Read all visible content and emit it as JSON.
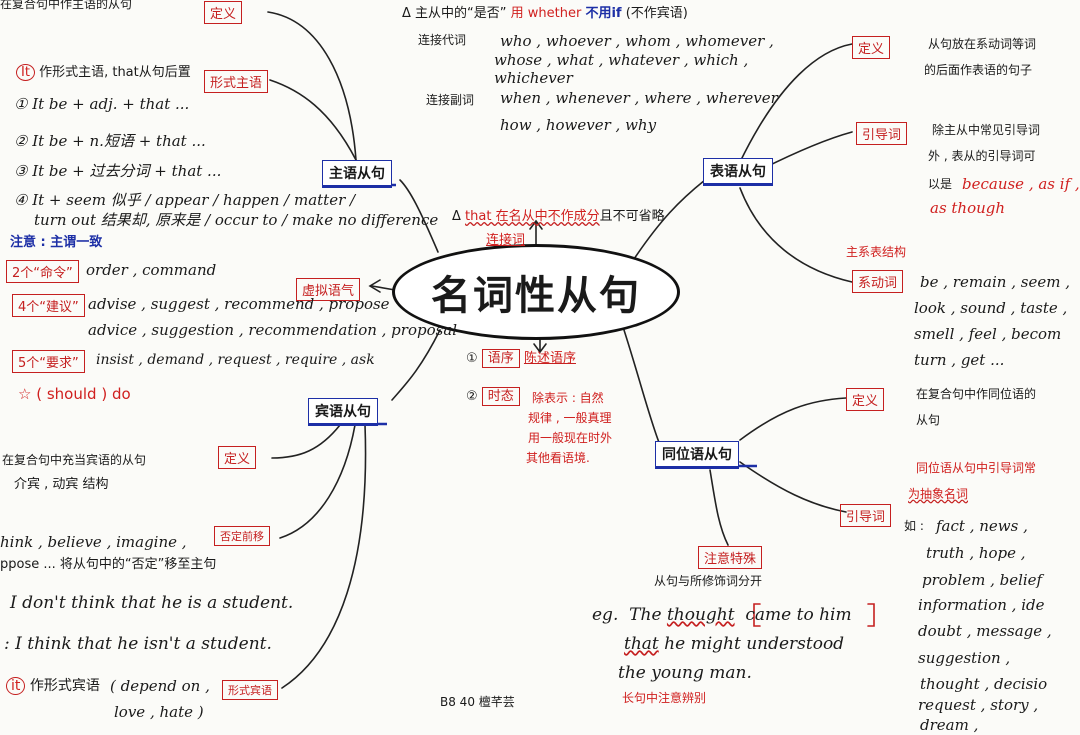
{
  "center": {
    "title": "名词性从句"
  },
  "top": {
    "header_prefix": "Δ 主从中的“是否”",
    "header_red": "用 whether",
    "header_blue": "不用if",
    "header_suffix": "(不作宾语)",
    "pronoun_label": "连接代词",
    "pronoun_list_1": "who , whoever , whom , whomever ,",
    "pronoun_list_2": "whose , what , whatever , which ,",
    "pronoun_list_3": "whichever",
    "adverb_label": "连接副词",
    "adverb_list_1": "when , whenever , where , wherever",
    "adverb_list_2": "how , however , why",
    "that_note_red": "that 在名从中不作成分",
    "that_note_black": "且不可省略",
    "that_note_prefix": "Δ",
    "conj_label": "连接词"
  },
  "subject_clause": {
    "title": "主语从句",
    "def_fragment": "在复合句中作主语的从句",
    "def_box": "定义",
    "it_circle": "It",
    "it_line": "作形式主语, that从句后置",
    "formal_box": "形式主语",
    "p1": "① It be + adj. + that ...",
    "p2": "② It be + n.短语 + that ...",
    "p3": "③ It be + 过去分词 + that ...",
    "p4": "④ It + seem 似乎 / appear / happen / matter /",
    "p4b": "turn out 结果却, 原来是 / occur to / make no difference",
    "note": "注意 : 主谓一致"
  },
  "subjunctive": {
    "box": "虚拟语气",
    "cmd_label": "2个“命令”",
    "cmd_words": "order , command",
    "sug_label": "4个“建议”",
    "sug_words_1": "advise , suggest , recommend , propose",
    "sug_words_2": "advice , suggestion , recommendation , proposal",
    "req_label": "5个“要求”",
    "req_words": "insist , demand , request , require , ask",
    "should_star": "☆",
    "should_text": "( should ) do"
  },
  "object_clause": {
    "title": "宾语从句",
    "def_box": "定义",
    "def_text_1": "在复合句中充当宾语的从句",
    "def_text_2": "介宾 , 动宾 结构",
    "neg_box": "否定前移",
    "neg_words": "hink , believe , imagine ,",
    "neg_words_2": "ppose ... 将从句中的“否定”移至主句",
    "ex1": "I  don't  think  that  he  is  a  student.",
    "ex2": ": I  think  that  he  isn't  a  student.",
    "formal_circle": "it",
    "formal_text": "作形式宾语",
    "formal_words_1": "( depend on ,",
    "formal_words_2": "love , hate )",
    "formal_box": "形式宾语"
  },
  "word_order": {
    "n1": "①",
    "n1_box": "语序",
    "n1_text": "陈述语序",
    "n2": "②",
    "n2_box": "时态",
    "n2_text_1": "除表示 : 自然",
    "n2_text_2": "规律 , 一般真理",
    "n2_text_3": "用一般现在时外",
    "n2_text_4": "其他看语境."
  },
  "predicative_clause": {
    "title": "表语从句",
    "def_box": "定义",
    "def_text_1": "从句放在系动词等词",
    "def_text_2": "的后面作表语的句子",
    "intro_box": "引导词",
    "intro_text_1": "除主从中常见引导词",
    "intro_text_2": "外 , 表从的引导词可",
    "intro_text_3": "以是",
    "intro_red_1": "because , as if ,",
    "intro_red_2": "as  though",
    "link_label": "主系表结构",
    "link_box": "系动词",
    "link_1": "be , remain , seem ,",
    "link_2": "look , sound , taste ,",
    "link_3": "smell , feel , becom",
    "link_4": "turn , get ..."
  },
  "appositive_clause": {
    "title": "同位语从句",
    "def_box": "定义",
    "def_text_1": "在复合句中作同位语的",
    "def_text_2": "从句",
    "intro_red_1": "同位语从句中引导词常",
    "intro_red_2": "为抽象名词",
    "intro_box": "引导词",
    "nouns_prefix": "如 :",
    "nouns_1": "fact , news ,",
    "nouns_2": "truth , hope ,",
    "nouns_3": "problem , belief",
    "nouns_4": "information , ide",
    "nouns_5": "doubt , message ,",
    "nouns_6": "suggestion ,",
    "nouns_7": "thought , decisio",
    "nouns_8": "request , story ,",
    "nouns_9": "dream ,",
    "special_box": "注意特殊",
    "special_text": "从句与所修饰词分开",
    "eg": "eg.",
    "ex_1a": "The",
    "ex_1b": "thought",
    "ex_1c": "came to him",
    "ex_2a": "that",
    "ex_2b": "he might understood",
    "ex_3": "the young man.",
    "note_red": "长句中注意辨别"
  },
  "footer": {
    "signature": "B8  40  檀芊芸"
  },
  "colors": {
    "red": "#d0201f",
    "blue": "#1d2fa6",
    "ink": "#1a1a1a"
  }
}
